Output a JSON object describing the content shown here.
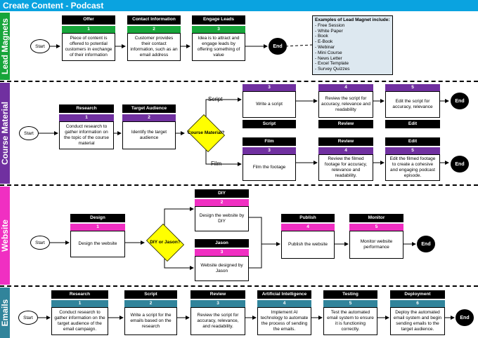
{
  "title": "Create Content - Podcast",
  "colors": {
    "title_bar": "#0aa3e0",
    "lead_magnets": "#17a53a",
    "course_material": "#7030a0",
    "website": "#f02fc2",
    "emails": "#31849b",
    "decision": "#ffff00",
    "note_bg": "#dde8f0"
  },
  "lanes": {
    "lead_magnets": {
      "label": "Lead Magnets",
      "start": "Start",
      "end": "End",
      "steps": [
        {
          "header": "Offer",
          "num": "1",
          "text": "Piece of content is offered to potential customers in exchange of their information"
        },
        {
          "header": "Contact Information",
          "num": "2",
          "text": "Customer provides their contact information, such as an email address"
        },
        {
          "header": "Engage Leads",
          "num": "3",
          "text": "Idea is to attract and engage leads by offering something of value"
        }
      ],
      "examples": {
        "heading": "Examples of Lead Magnet include:",
        "items": [
          "- Free Session",
          "- White Paper",
          "- Book",
          "- E-Book",
          "- Webinar",
          "- Mini Course",
          "- News Letter",
          "- Excel Template",
          "- Survey Quizzes"
        ]
      }
    },
    "course_material": {
      "label": "Course Material",
      "start": "Start",
      "end_top": "End",
      "end_bottom": "End",
      "steps": [
        {
          "header": "Research",
          "num": "1",
          "text": "Conduct research to gather information on the topic of the course material"
        },
        {
          "header": "Target Audience",
          "num": "2",
          "text": "Identify the target audience"
        }
      ],
      "decision": "Course Material?",
      "branch_script": "Script",
      "branch_film": "Film",
      "script_steps": [
        {
          "num": "3",
          "text": "Write a script",
          "header": "Script"
        },
        {
          "num": "4",
          "text": "Review the script for accuracy, relevance and readability",
          "header": "Review"
        },
        {
          "num": "5",
          "text": "Edit the  script for accuracy, relevance",
          "header": "Edit"
        }
      ],
      "film_steps": [
        {
          "header": "Film",
          "num": "3",
          "text": "Film the footage"
        },
        {
          "header": "Review",
          "num": "4",
          "text": "Review the filmed footage for accuracy, relevance and readability."
        },
        {
          "header": "Edit",
          "num": "5",
          "text": "Edit the filmed footage to create a cohesive and engaging podcast episode."
        }
      ]
    },
    "website": {
      "label": "Website",
      "start": "Start",
      "end": "End",
      "design": {
        "header": "Design",
        "num": "1",
        "text": "Design the website"
      },
      "decision": "DIY or Jason?",
      "diy": {
        "header": "DIY",
        "num": "2",
        "text": "Design the website by DIY"
      },
      "jason": {
        "header": "Jason",
        "num": "3",
        "text": "Website designed by Jason"
      },
      "publish": {
        "header": "Publish",
        "num": "4",
        "text": "Publish the website"
      },
      "monitor": {
        "header": "Monitor",
        "num": "5",
        "text": "Monitor website performance"
      }
    },
    "emails": {
      "label": "Emails",
      "start": "Start",
      "end": "End",
      "steps": [
        {
          "header": "Research",
          "num": "1",
          "text": "Conduct research to gather information on the target audience of the email campaign."
        },
        {
          "header": "Script",
          "num": "2",
          "text": "Write a script for the emails based on the research"
        },
        {
          "header": "Review",
          "num": "3",
          "text": "Review the script for accuracy, relevance, and readability."
        },
        {
          "header": "Artificial Intelligence",
          "num": "4",
          "text": "Implement AI technology to automate the process of sending the emails."
        },
        {
          "header": "Testing",
          "num": "5",
          "text": "Test the automated email system to ensure it is functioning correctly."
        },
        {
          "header": "Deployment",
          "num": "6",
          "text": "Deploy the automated email system and begin sending emails to the target audience."
        }
      ]
    }
  }
}
